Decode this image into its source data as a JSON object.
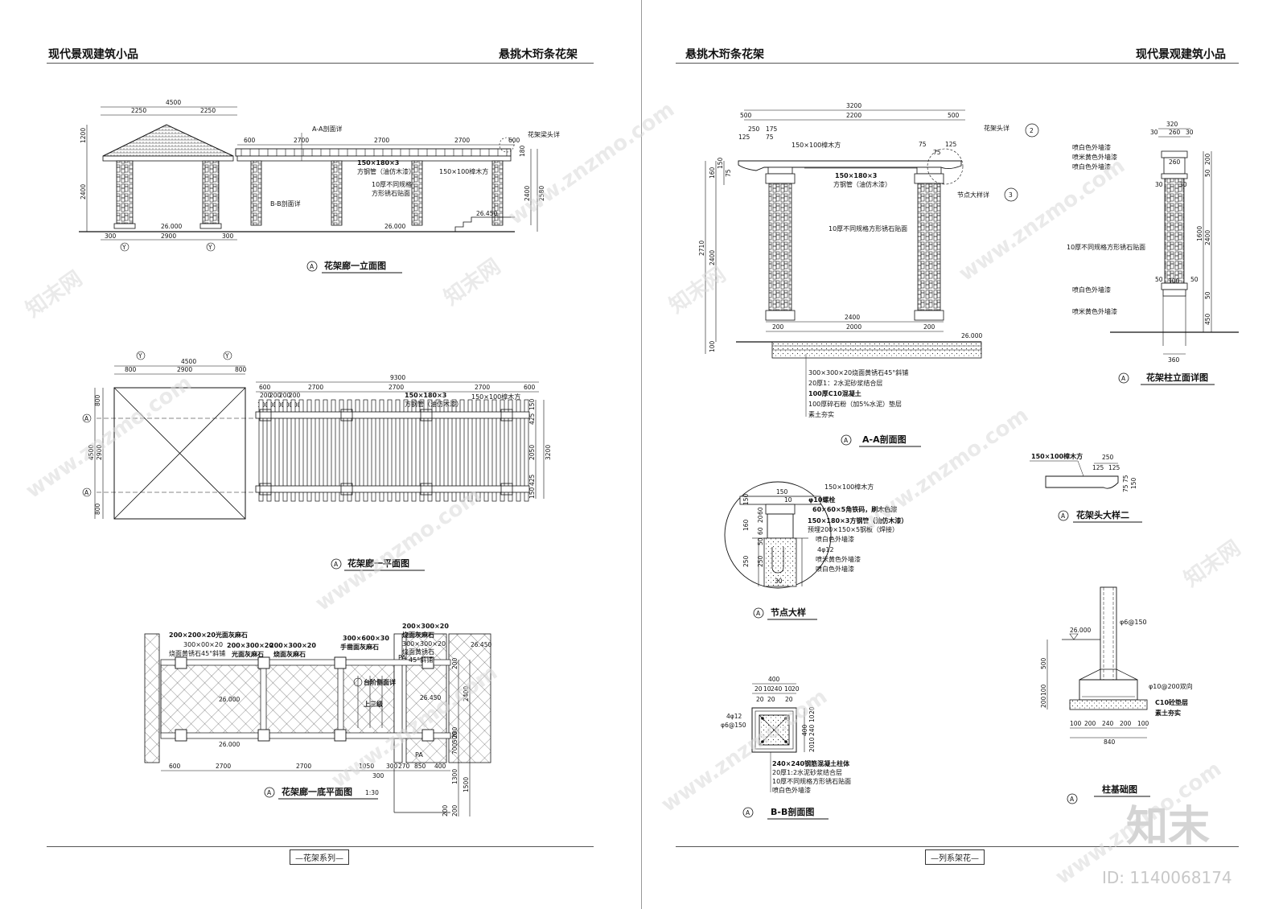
{
  "left_page": {
    "header_left": "现代景观建筑小品",
    "header_right": "悬挑木珩条花架",
    "footer": "—花架系列—",
    "elevation": {
      "title": "花架廊一立面图",
      "marker": "A",
      "dims_top": [
        "4500",
        "2250",
        "2250"
      ],
      "dims_top2": [
        "600",
        "2700",
        "2700",
        "2700",
        "600"
      ],
      "dims_bottom": [
        "300",
        "2900",
        "300"
      ],
      "dims_left": [
        "1200",
        "2400"
      ],
      "dims_right": [
        "180",
        "2400",
        "2580"
      ],
      "levels": [
        "26.000",
        "26.000",
        "26.450"
      ],
      "grid": [
        "Y",
        "Y"
      ],
      "labels": {
        "aa": "A-A剖面详",
        "bb": "B-B剖面详",
        "head": "花架梁头详",
        "tube": "150×180×3",
        "tube2": "方钢管（油仿木漆）",
        "rafter": "150×100樟木方",
        "stone": "10厚不同规格",
        "stone2": "方形锈石贴面"
      }
    },
    "plan": {
      "title": "花架廊一平面图",
      "marker": "A",
      "dims_top": [
        "4500",
        "800",
        "2900",
        "800"
      ],
      "dims_top2": [
        "9300",
        "600",
        "2700",
        "2700",
        "2700",
        "600"
      ],
      "dims_small": [
        "200",
        "200",
        "200",
        "200",
        "100",
        "100",
        "100",
        "100",
        "100"
      ],
      "dims_left": [
        "800",
        "4500",
        "2900",
        "800"
      ],
      "dims_right": [
        "150",
        "425",
        "2050",
        "3200",
        "425",
        "150"
      ],
      "labels": {
        "tube": "150×180×3",
        "tube2": "方钢管（油仿木漆）",
        "rafter": "150×100樟木方"
      },
      "grid": [
        "Y",
        "Y",
        "A",
        "A"
      ]
    },
    "floor": {
      "title": "花架廊一底平面图",
      "scale": "1:30",
      "marker": "A",
      "labels": [
        "200×200×20光面灰麻石",
        "300×00×20",
        "烧面黄锈石45°斜铺",
        "200×300×20",
        "光面灰麻石",
        "200×300×20",
        "烧面灰麻石",
        "300×600×30",
        "手凿面灰麻石",
        "200×300×20",
        "烧面灰麻石",
        "300×300×20",
        "烧面黄锈石",
        "45°斜铺",
        "台阶侧面详",
        "上三级",
        "PA",
        "PA"
      ],
      "levels": [
        "26.000",
        "26.000",
        "26.450",
        "26.450"
      ],
      "dims_bottom": [
        "600",
        "2700",
        "2700",
        "1050",
        "300",
        "270",
        "850",
        "400"
      ],
      "dims_right": [
        "200",
        "2400",
        "200",
        "700",
        "500",
        "1300",
        "1500",
        "200"
      ],
      "dims_right2": [
        "300",
        "200"
      ]
    }
  },
  "right_page": {
    "header_left": "悬挑木珩条花架",
    "header_right": "现代景观建筑小品",
    "footer": "—列系架花—",
    "section_aa": {
      "title": "A-A剖面图",
      "marker": "A",
      "dims_top": [
        "3200",
        "500",
        "2200",
        "500"
      ],
      "dims_top2": [
        "250",
        "175",
        "125",
        "75",
        "75",
        "125",
        "75"
      ],
      "dims_left": [
        "150",
        "75",
        "160",
        "2710",
        "2400",
        "100"
      ],
      "dims_bottom": [
        "2400",
        "200",
        "2000",
        "200"
      ],
      "level": "26.000",
      "labels": {
        "rafter": "150×100樟木方",
        "tube": "150×180×3",
        "tube2": "方钢管（油仿木漆）",
        "head": "花架头详",
        "node": "节点大样详",
        "stone": "10厚不同规格方形锈石贴面"
      },
      "callouts": [
        "2",
        "3"
      ],
      "layers": [
        "300×300×20烧面黄锈石45°斜铺",
        "20厚1：2水泥砂浆结合层",
        "100厚C10混凝土",
        "100厚碎石粉（加5%水泥）垫层",
        "素土夯实"
      ]
    },
    "column": {
      "title": "花架柱立面详图",
      "marker": "A",
      "dims_top": [
        "320",
        "30",
        "260",
        "30"
      ],
      "dims_right": [
        "200",
        "50",
        "1600",
        "2400",
        "50",
        "450"
      ],
      "dims_inner": [
        "260",
        "30",
        "30",
        "50",
        "300",
        "50"
      ],
      "dims_bottom": [
        "360"
      ],
      "labels": [
        "喷白色外墙漆",
        "喷米黄色外墙漆",
        "喷白色外墙漆",
        "10厚不同规格方形锈石贴面",
        "喷白色外墙漆",
        "喷米黄色外墙漆"
      ]
    },
    "head": {
      "title": "花架头大样二",
      "marker": "A",
      "label": "150×100樟木方",
      "dims": [
        "250",
        "125",
        "125",
        "75",
        "75",
        "150"
      ]
    },
    "node": {
      "title": "节点大样",
      "marker": "A",
      "labels": [
        "150×100樟木方",
        "φ10螺栓",
        "60×60×5角铁码，刷木色漆",
        "150×180×3方钢管（油仿木漆）",
        "预埋200×150×5钢板（焊接）",
        "喷白色外墙漆",
        "4φ12",
        "喷米黄色外墙漆",
        "喷白色外墙漆"
      ],
      "dims": [
        "150",
        "10",
        "150",
        "60",
        "20",
        "160",
        "60",
        "50",
        "250",
        "250",
        "30"
      ]
    },
    "section_bb": {
      "title": "B-B剖面图",
      "marker": "A",
      "dims_top": [
        "400",
        "20",
        "10",
        "240",
        "10",
        "20",
        "20",
        "20",
        "20"
      ],
      "dims_right": [
        "20",
        "10",
        "240",
        "400",
        "10",
        "20"
      ],
      "left_labels": [
        "4φ12",
        "φ6@150"
      ],
      "labels": [
        "240×240钢筋混凝土柱体",
        "20厚1:2水泥砂浆结合层",
        "10厚不同规格方形锈石贴面",
        "喷白色外墙漆"
      ]
    },
    "foundation": {
      "title": "柱基础图",
      "marker": "A",
      "level": "26.000",
      "labels": [
        "φ6@150",
        "φ10@200双向",
        "C10砼垫层",
        "素土夯实"
      ],
      "dims_left": [
        "500",
        "100",
        "200"
      ],
      "dims_bottom": [
        "100",
        "200",
        "240",
        "200",
        "100"
      ],
      "total": "840"
    }
  },
  "watermark": {
    "site": "www.znzmo.com",
    "cn": "知末网",
    "brand": "知末",
    "id": "ID: 1140068174"
  }
}
